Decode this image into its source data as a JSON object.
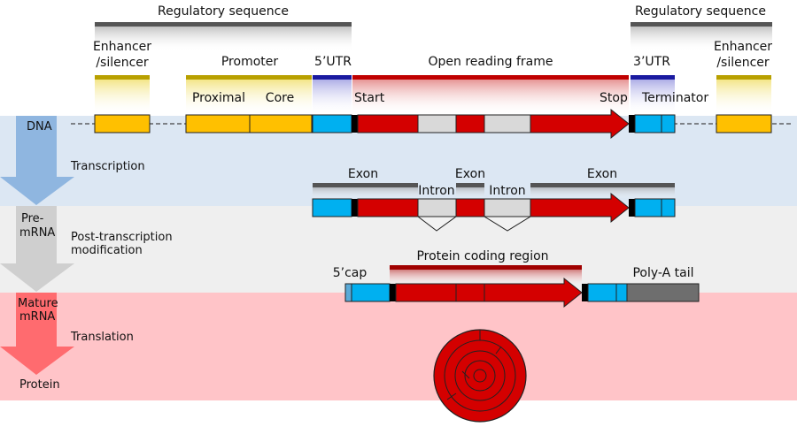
{
  "labels": {
    "regulatory_left": "Regulatory sequence",
    "regulatory_right": "Regulatory sequence",
    "enhancer_left_1": "Enhancer",
    "enhancer_left_2": "/silencer",
    "enhancer_right_1": "Enhancer",
    "enhancer_right_2": "/silencer",
    "promoter": "Promoter",
    "proximal": "Proximal",
    "core": "Core",
    "utr5": "5’UTR",
    "orf": "Open reading frame",
    "utr3": "3’UTR",
    "start": "Start",
    "stop": "Stop",
    "terminator": "Terminator",
    "exon_1": "Exon",
    "exon_2": "Exon",
    "exon_3": "Exon",
    "intron_1": "Intron",
    "intron_2": "Intron",
    "cap": "5’cap",
    "protein_coding_region": "Protein coding region",
    "polya": "Poly-A tail"
  },
  "side": {
    "dna": "DNA",
    "transcription": "Transcription",
    "pre_mrna_1": "Pre-",
    "pre_mrna_2": "mRNA",
    "ptm_1": "Post-transcription",
    "ptm_2": "modification",
    "mature_1": "Mature",
    "mature_2": "mRNA",
    "translation": "Translation",
    "protein": "Protein"
  },
  "colors": {
    "band_blue": "#dce7f3",
    "band_gray": "#efefef",
    "band_pink": "#ffc4c8",
    "arrow_blue": "#8fb6e0",
    "arrow_gray": "#cfcfcf",
    "arrow_red": "#ff6b6f",
    "enhancer_orange": "#ffc000",
    "utr_blue": "#00b0f0",
    "coding_red": "#d40000",
    "intron_gray": "#d9d9d9",
    "polya_gray": "#6e6e6e",
    "bracket_gray": "#555555",
    "bracket_gold": "#b8a000",
    "bracket_navy": "#1a1aa0",
    "bracket_darkred": "#a00000"
  }
}
